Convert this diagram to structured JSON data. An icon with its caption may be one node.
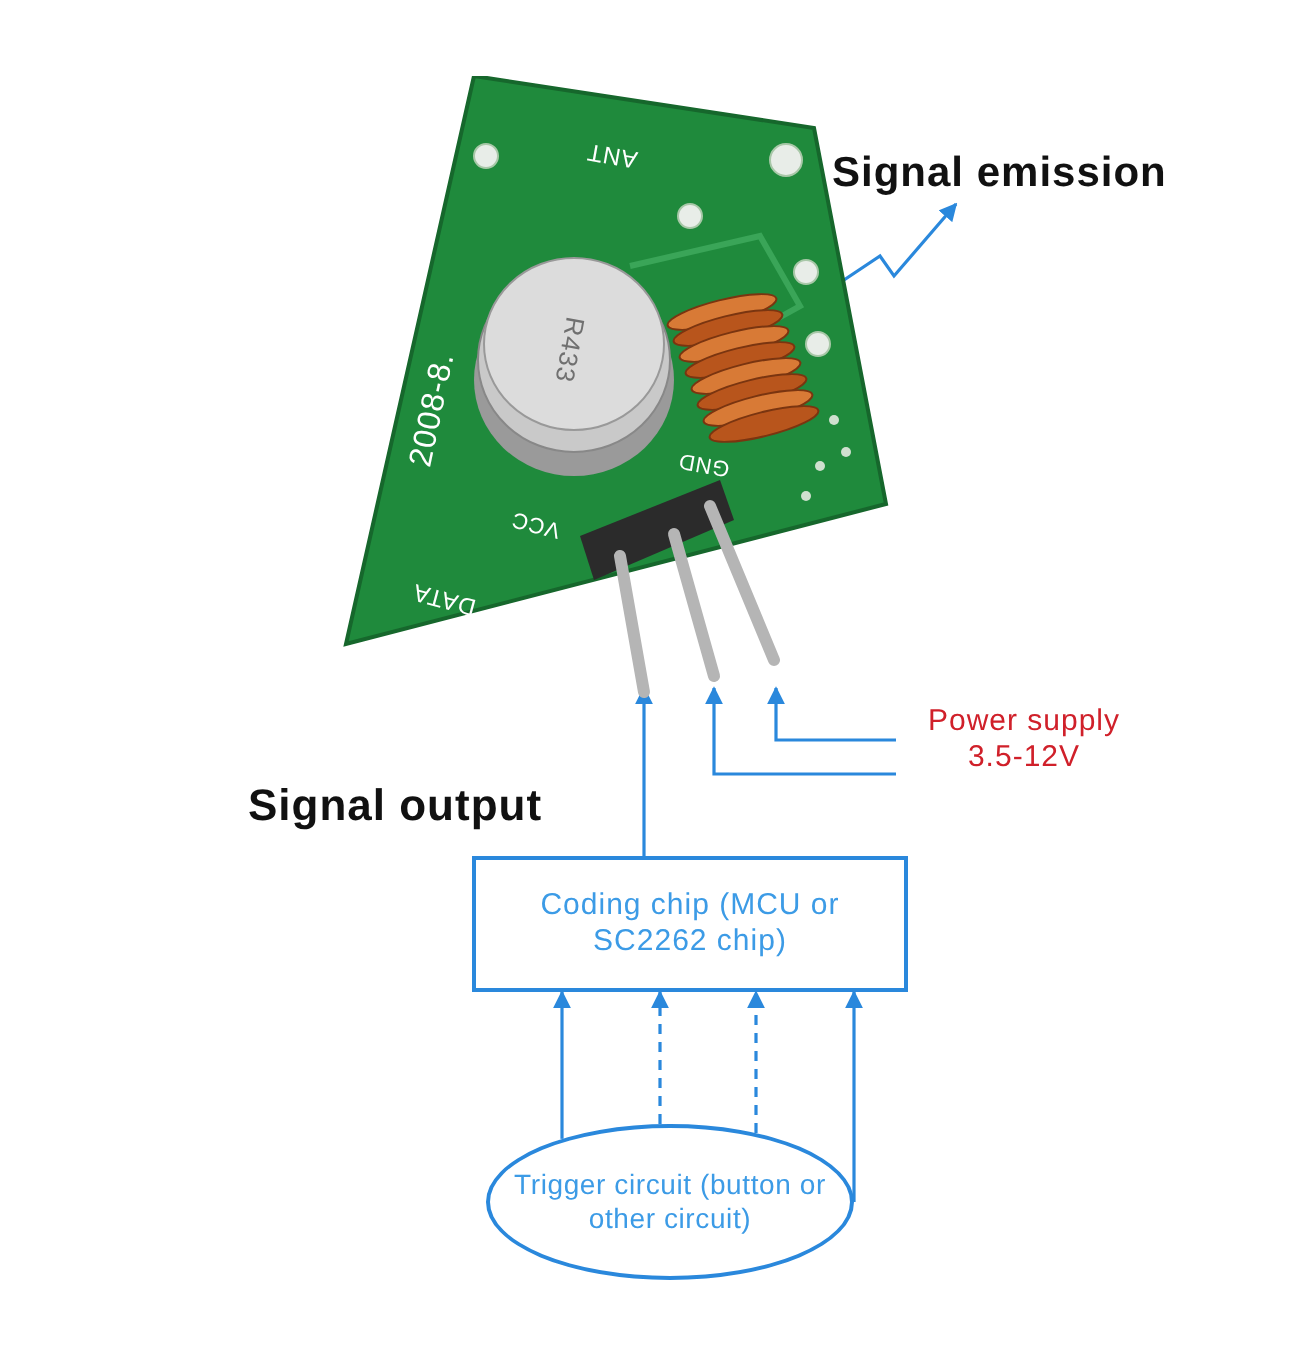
{
  "diagram": {
    "nodes": [
      {
        "text": [],
        "shape": "picture"
      },
      {
        "text": [
          "Signal emission"
        ]
      },
      {
        "text": [
          "Power supply 3.5-12V"
        ]
      },
      {
        "text": [
          "Coding chip (MCU or SC2262 chip)"
        ]
      },
      {
        "text": [
          "Trigger circuit (button or other circuit)"
        ]
      }
    ],
    "edges": [
      {
        "from": 0,
        "to": 1,
        "arrow": "to"
      },
      {
        "from": 2,
        "to": 0,
        "arrow": "to"
      },
      {
        "from": 2,
        "to": 0,
        "arrow": "to"
      },
      {
        "from": 3,
        "to": 0,
        "arrow": "to"
      },
      {
        "from": 4,
        "to": 3,
        "arrow": "to"
      },
      {
        "from": 4,
        "to": 3,
        "arrow": "to",
        "style": "dashed"
      },
      {
        "from": 4,
        "to": 3,
        "arrow": "to",
        "style": "dashed"
      },
      {
        "from": 4,
        "to": 3,
        "arrow": "to"
      }
    ],
    "labels": [
      "ANT",
      "R433",
      "2008-8.",
      "GND",
      "VCC",
      "DATA",
      "Signal output"
    ]
  }
}
